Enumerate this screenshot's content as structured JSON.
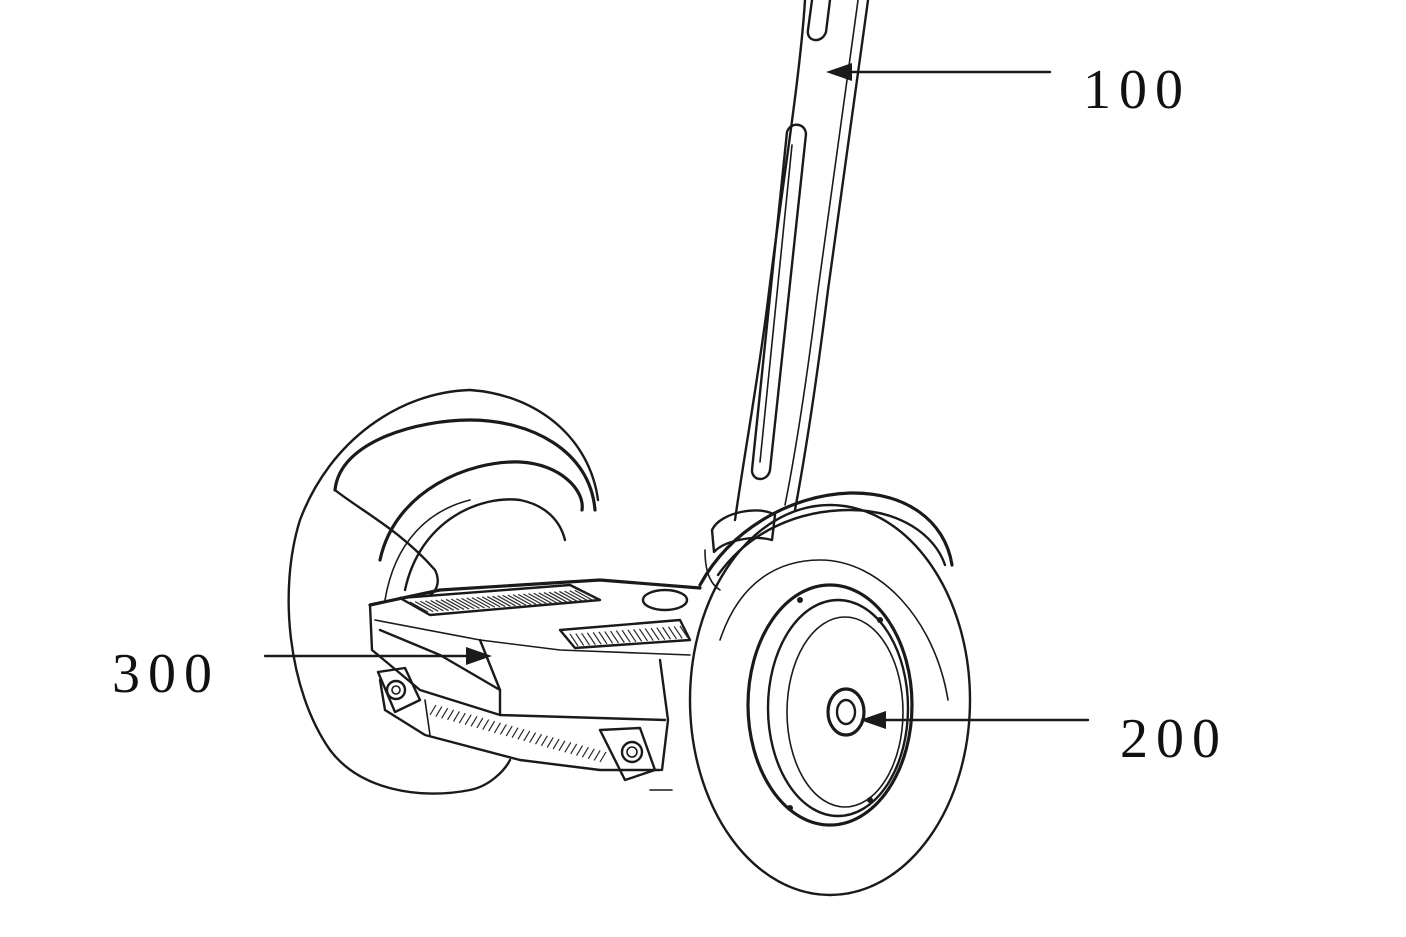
{
  "figure": {
    "labels": {
      "handle": "100",
      "wheel": "200",
      "body": "300"
    },
    "colors": {
      "line": "#1a1a1a",
      "background": "#ffffff"
    }
  }
}
